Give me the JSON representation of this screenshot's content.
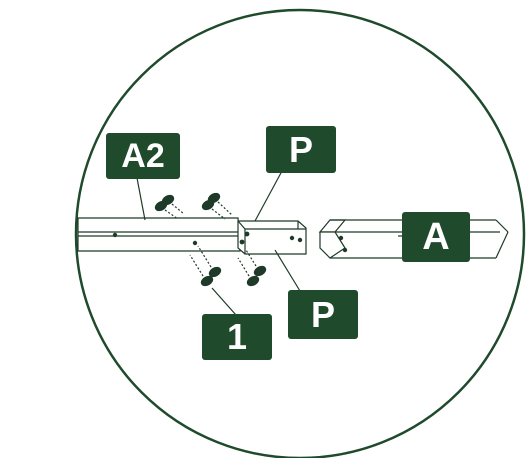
{
  "diagram": {
    "labels": {
      "a2": "A2",
      "p_top": "P",
      "a": "A",
      "p_bottom": "P",
      "hardware": "1"
    }
  },
  "colors": {
    "label_bg": "#1f4a2c",
    "label_fg": "#ffffff",
    "line": "#1f3a28",
    "circle": "#1f4a2c",
    "background": "#ffffff"
  },
  "icons": [
    "screw-icon",
    "circle-frame"
  ]
}
